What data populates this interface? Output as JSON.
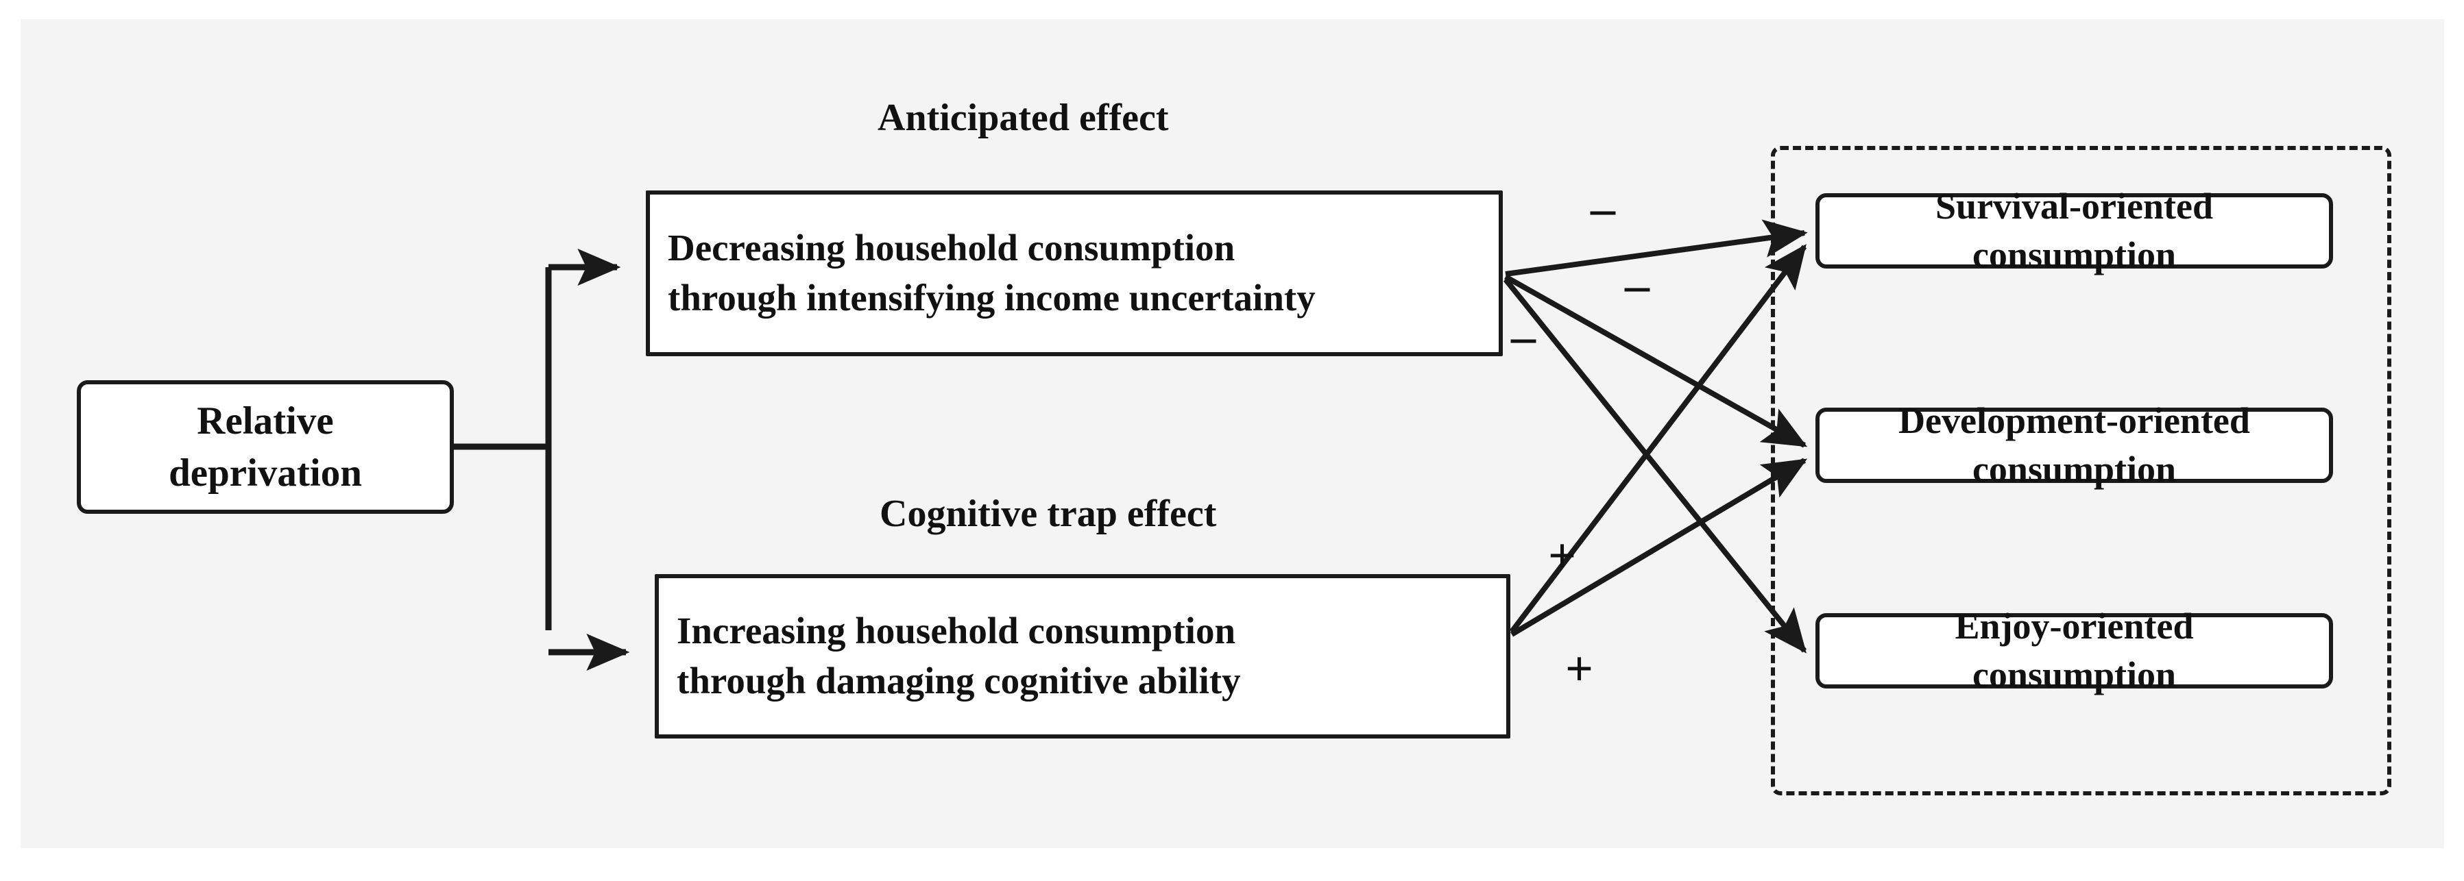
{
  "figure": {
    "background_color": "#f4f4f4",
    "line_color": "#1a1a1a",
    "text_color": "#111111"
  },
  "nodes": {
    "source": {
      "id": "relative-deprivation",
      "line1": "Relative",
      "line2": "deprivation"
    },
    "mediators": [
      {
        "id": "anticipated-path",
        "caption": "Anticipated effect",
        "line1": "Decreasing household consumption",
        "line2": "through intensifying income uncertainty"
      },
      {
        "id": "cognitive-path",
        "caption": "Cognitive trap effect",
        "line1": "Increasing household consumption",
        "line2": "through damaging cognitive ability"
      }
    ],
    "outcomes": [
      {
        "id": "survival",
        "line1": "Survival-oriented",
        "line2": "consumption"
      },
      {
        "id": "development",
        "line1": "Development-oriented",
        "line2": "consumption"
      },
      {
        "id": "enjoy",
        "line1": "Enjoy-oriented",
        "line2": "consumption"
      }
    ]
  },
  "edge_signs": {
    "minus_1": "–",
    "minus_2": "–",
    "minus_3": "–",
    "plus_1": "+",
    "plus_2": "+"
  },
  "chart_data": {
    "type": "diagram",
    "title": "",
    "diagram_kind": "path-model / mediation flowchart",
    "nodes": [
      {
        "name": "Relative deprivation",
        "role": "independent-variable",
        "shape": "rounded-rect"
      },
      {
        "name": "Decreasing household consumption through intensifying income uncertainty",
        "role": "mediator",
        "group_label": "Anticipated effect",
        "shape": "rect"
      },
      {
        "name": "Increasing household consumption through damaging cognitive ability",
        "role": "mediator",
        "group_label": "Cognitive trap effect",
        "shape": "rect"
      },
      {
        "name": "Survival-oriented consumption",
        "role": "outcome",
        "shape": "rounded-rect",
        "group": "consumption outcomes (dashed frame)"
      },
      {
        "name": "Development-oriented consumption",
        "role": "outcome",
        "shape": "rounded-rect",
        "group": "consumption outcomes (dashed frame)"
      },
      {
        "name": "Enjoy-oriented consumption",
        "role": "outcome",
        "shape": "rounded-rect",
        "group": "consumption outcomes (dashed frame)"
      }
    ],
    "edges": [
      {
        "from": "Relative deprivation",
        "to": "Decreasing household consumption through intensifying income uncertainty",
        "sign": "",
        "style": "orthogonal"
      },
      {
        "from": "Relative deprivation",
        "to": "Increasing household consumption through damaging cognitive ability",
        "sign": "",
        "style": "orthogonal"
      },
      {
        "from": "Decreasing household consumption through intensifying income uncertainty",
        "to": "Survival-oriented consumption",
        "sign": "–",
        "style": "straight"
      },
      {
        "from": "Decreasing household consumption through intensifying income uncertainty",
        "to": "Development-oriented consumption",
        "sign": "–",
        "style": "straight"
      },
      {
        "from": "Decreasing household consumption through intensifying income uncertainty",
        "to": "Enjoy-oriented consumption",
        "sign": "–",
        "style": "straight"
      },
      {
        "from": "Increasing household consumption through damaging cognitive ability",
        "to": "Survival-oriented consumption",
        "sign": "+",
        "style": "straight"
      },
      {
        "from": "Increasing household consumption through damaging cognitive ability",
        "to": "Development-oriented consumption",
        "sign": "+",
        "style": "straight"
      }
    ]
  }
}
